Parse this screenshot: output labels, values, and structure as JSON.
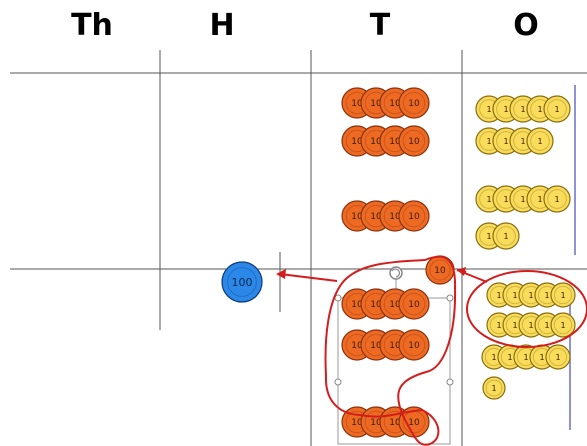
{
  "headers": {
    "thousands": "Th",
    "hundreds": "H",
    "tens": "T",
    "ones": "O"
  },
  "coin_labels": {
    "ten": "10",
    "one": "1",
    "hundred": "100"
  },
  "colors": {
    "ten_coin": "#ee6a22",
    "one_coin": "#f8dc5a",
    "hundred_coin": "#2b88e8",
    "annotation": "#d41d1d",
    "grid": "#555555",
    "column_accent": "#6b6ec9"
  },
  "icons": {
    "rotate_handle": "rotate-icon",
    "arrow": "arrow-icon"
  }
}
